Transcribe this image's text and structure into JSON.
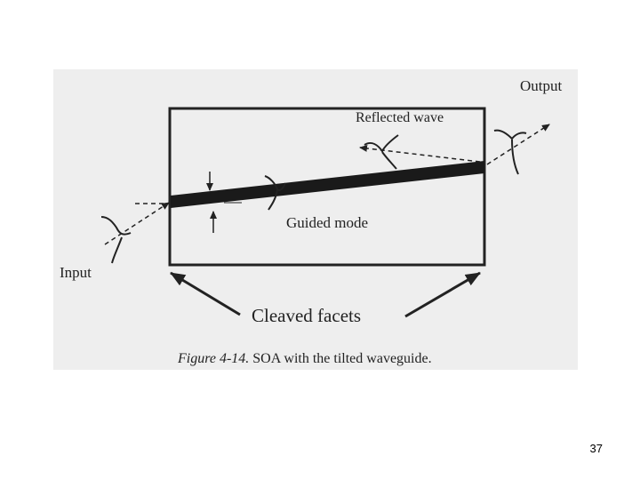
{
  "figure": {
    "labels": {
      "output": "Output",
      "reflected_wave": "Reflected wave",
      "guided_mode": "Guided mode",
      "input": "Input",
      "cleaved_facets": "Cleaved facets"
    },
    "caption": {
      "figure_id": "Figure 4-14.",
      "text": "SOA with the tilted waveguide."
    }
  },
  "slide": {
    "page_number": "37"
  },
  "colors": {
    "scan_background": "#eeeeee",
    "ink": "#222222",
    "waveguide": "#1a1a1a"
  },
  "icons": {
    "pulse": "wave-pulse-icon",
    "arrow": "arrow-icon"
  }
}
